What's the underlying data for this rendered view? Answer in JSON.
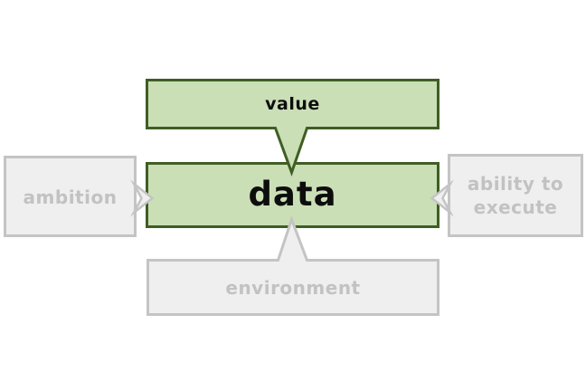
{
  "colors": {
    "background": "#ffffff",
    "green_fill": "#cadfb6",
    "green_border": "#3f5e24",
    "gray_fill": "#efefef",
    "gray_border": "#c4c4c4",
    "gray_text": "#c2c2c2",
    "black_text": "#0d0d0d"
  },
  "nodes": {
    "value": {
      "label": "value",
      "highlighted": true
    },
    "data": {
      "label": "data",
      "highlighted": true
    },
    "ambition": {
      "label": "ambition",
      "highlighted": false
    },
    "ability_to_execute": {
      "label": "ability to execute",
      "highlighted": false
    },
    "environment": {
      "label": "environment",
      "highlighted": false
    }
  }
}
